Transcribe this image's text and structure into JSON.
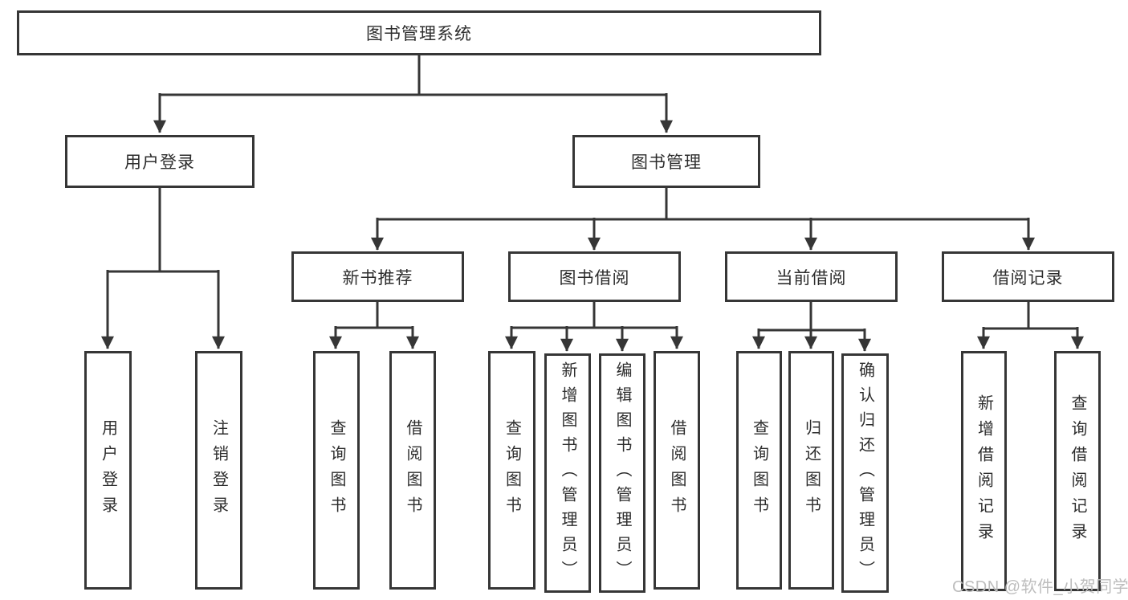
{
  "diagram": {
    "root": {
      "label": "图书管理系统"
    },
    "branches": [
      {
        "label": "用户登录",
        "children": [
          {
            "label": "用户登录"
          },
          {
            "label": "注销登录"
          }
        ]
      },
      {
        "label": "图书管理",
        "children": [
          {
            "label": "新书推荐",
            "children": [
              {
                "label": "查询图书"
              },
              {
                "label": "借阅图书"
              }
            ]
          },
          {
            "label": "图书借阅",
            "children": [
              {
                "label": "查询图书"
              },
              {
                "label": "新增图书（管理员）"
              },
              {
                "label": "编辑图书（管理员）"
              },
              {
                "label": "借阅图书"
              }
            ]
          },
          {
            "label": "当前借阅",
            "children": [
              {
                "label": "查询图书"
              },
              {
                "label": "归还图书"
              },
              {
                "label": "确认归还（管理员）"
              }
            ]
          },
          {
            "label": "借阅记录",
            "children": [
              {
                "label": "新增借阅记录"
              },
              {
                "label": "查询借阅记录"
              }
            ]
          }
        ]
      }
    ]
  },
  "watermark": {
    "text": "CSDN @软件_小贺同学"
  },
  "colors": {
    "line": "#363636",
    "text": "#2d2d2d",
    "box_background": "#ffffff",
    "page_background": "#ffffff",
    "watermark": "#bdbdbd"
  }
}
